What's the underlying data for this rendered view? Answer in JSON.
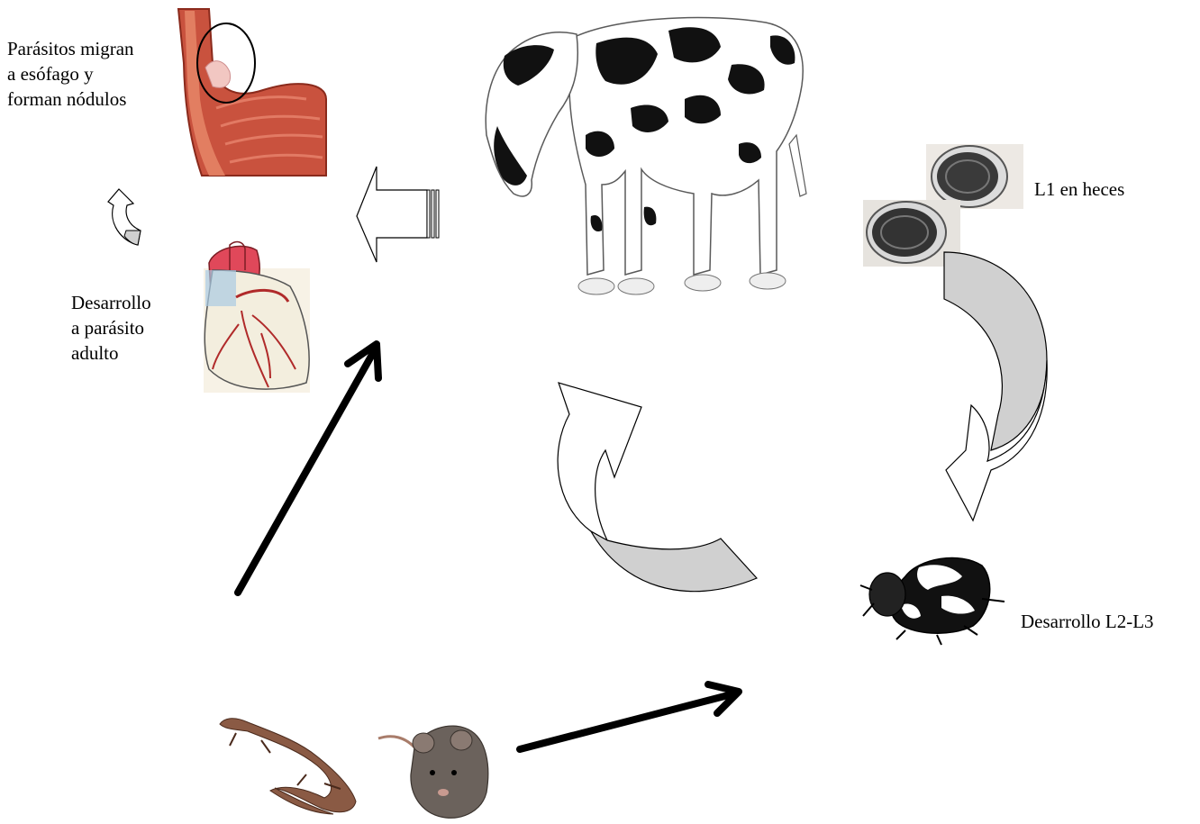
{
  "labels": {
    "esophagus": [
      "Parásitos migran",
      "a esófago y",
      "forman nódulos"
    ],
    "adult": [
      "Desarrollo",
      "a parásito",
      "adulto"
    ],
    "l1": "L1 en heces",
    "l2l3": "Desarrollo L2-L3"
  },
  "icons": {
    "stomach": "stomach-esophagus-illustration-icon",
    "heart": "heart-aorta-illustration-icon",
    "dog": "great-dane-dog-icon",
    "eggs": "larvated-egg-icon",
    "beetle": "dung-beetle-icon",
    "lizard": "lizard-icon",
    "rat": "rat-icon"
  },
  "colors": {
    "arrow_fill_gray": "#d0d0d0",
    "stomach_red": "#c9523e",
    "heart_red": "#e0485a",
    "outline": "#000000"
  }
}
